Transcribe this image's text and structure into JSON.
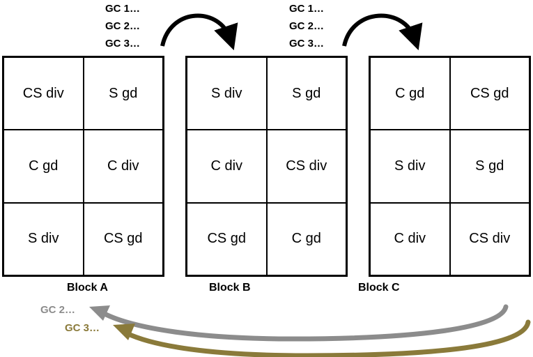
{
  "top_sequences": [
    {
      "lines": [
        "GC 1…",
        "GC 2…",
        "GC 3…"
      ]
    },
    {
      "lines": [
        "GC 1…",
        "GC 2…",
        "GC 3…"
      ]
    }
  ],
  "blocks": [
    {
      "label": "Block A",
      "cells": [
        "CS div",
        "S gd",
        "C gd",
        "C div",
        "S div",
        "CS gd"
      ]
    },
    {
      "label": "Block B",
      "cells": [
        "S div",
        "S gd",
        "C div",
        "CS div",
        "CS gd",
        "C gd"
      ]
    },
    {
      "label": "Block C",
      "cells": [
        "C gd",
        "CS gd",
        "S div",
        "S gd",
        "C div",
        "CS div"
      ]
    }
  ],
  "bottom_labels": {
    "gc2": "GC 2…",
    "gc3": "GC 3…"
  },
  "colors": {
    "gc2_arrow": "#8c8c8c",
    "gc3_arrow": "#8a7a3a"
  }
}
